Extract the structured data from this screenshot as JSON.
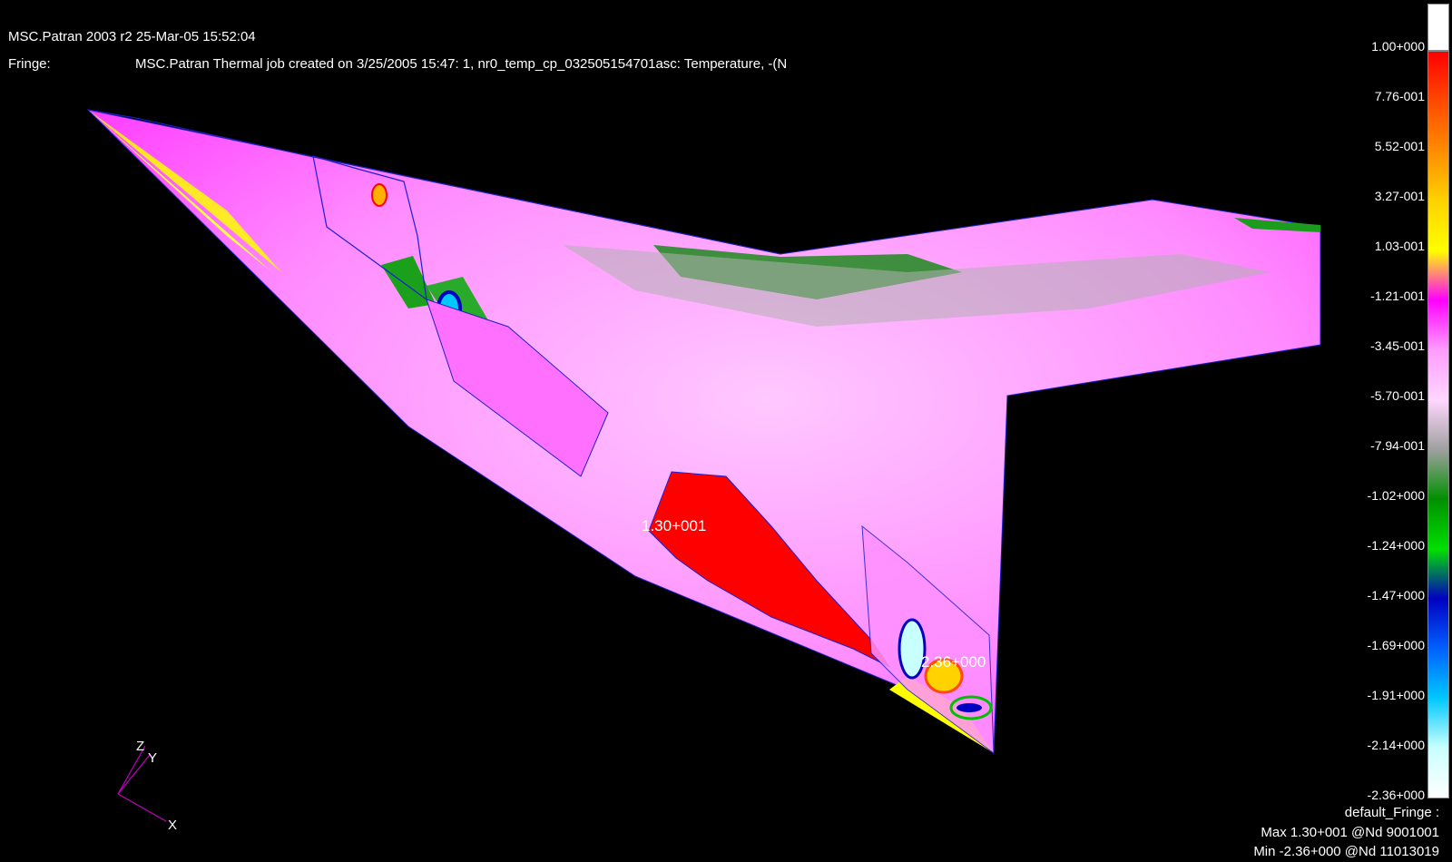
{
  "header": {
    "app_line": "MSC.Patran 2003 r2 25-Mar-05 15:52:04",
    "fringe_label": "Fringe:",
    "fringe_desc": "MSC.Patran Thermal job created on  3/25/2005   15:47: 1, nr0_temp_cp_032505154701asc: Temperature, -(N"
  },
  "legend": {
    "labels": [
      "1.00+000",
      "7.76-001",
      "5.52-001",
      "3.27-001",
      "1.03-001",
      "-1.21-001",
      "-3.45-001",
      "-5.70-001",
      "-7.94-001",
      "-1.02+000",
      "-1.24+000",
      "-1.47+000",
      "-1.69+000",
      "-1.91+000",
      "-2.14+000",
      "-2.36+000"
    ],
    "colors": [
      "#ff0000",
      "#ff4a00",
      "#ff8c00",
      "#ffd200",
      "#ffff00",
      "#ff00ff",
      "#ff9cff",
      "#ffd7ff",
      "#a0a0a0",
      "#009000",
      "#00e000",
      "#0000c0",
      "#0060ff",
      "#00c8ff",
      "#c8ffff",
      "#ffffff"
    ]
  },
  "markers": {
    "max_marker": "1.30+001",
    "min_marker": "2.36+000"
  },
  "footer": {
    "title": "default_Fringe :",
    "max": "Max 1.30+001 @Nd 9001001",
    "min": "Min -2.36+000 @Nd 11013019"
  },
  "triad": {
    "z": "Z",
    "y": "Y",
    "x": "X"
  },
  "colors": {
    "background": "#000000",
    "outline": "#1f1fd0",
    "triad": "#c000c0"
  }
}
